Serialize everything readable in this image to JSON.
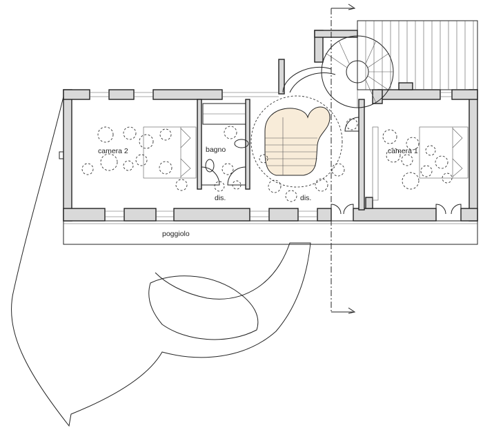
{
  "rooms": {
    "camera2": "camera 2",
    "bagno": "bagno",
    "dis_left": "dis.",
    "dis_right": "dis.",
    "camera1": "camera 1",
    "poggiolo": "poggiolo"
  }
}
